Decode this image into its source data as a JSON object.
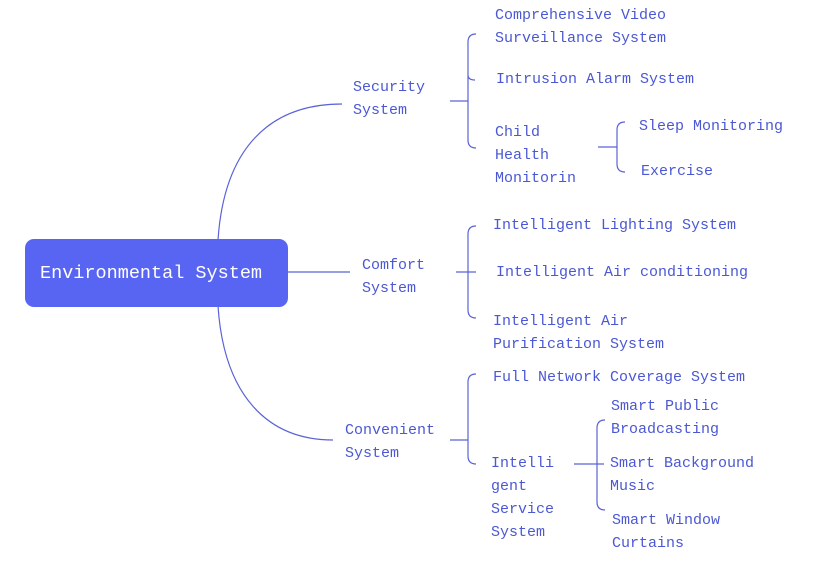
{
  "colors": {
    "root_fill": "#5865f2",
    "root_text": "#ffffff",
    "topic_text": "#4b58d3",
    "connector": "#5a63d6"
  },
  "mindmap": {
    "root": {
      "label": "Environmental System"
    },
    "branches": [
      {
        "lines": [
          "Security",
          "System"
        ],
        "children": [
          {
            "lines": [
              "Comprehensive Video",
              "Surveillance System"
            ]
          },
          {
            "lines": [
              "Intrusion Alarm System"
            ]
          },
          {
            "lines": [
              "Child",
              "Health",
              "Monitorin"
            ],
            "children": [
              {
                "lines": [
                  "Sleep Monitoring"
                ]
              },
              {
                "lines": [
                  "Exercise"
                ]
              }
            ]
          }
        ]
      },
      {
        "lines": [
          "Comfort",
          "System"
        ],
        "children": [
          {
            "lines": [
              "Intelligent Lighting System"
            ]
          },
          {
            "lines": [
              "Intelligent Air conditioning"
            ]
          },
          {
            "lines": [
              "Intelligent Air",
              "Purification System"
            ]
          }
        ]
      },
      {
        "lines": [
          "Convenient",
          "System"
        ],
        "children": [
          {
            "lines": [
              "Full Network Coverage System"
            ]
          },
          {
            "lines": [
              "Intelli",
              "gent",
              "Service",
              "System"
            ],
            "children": [
              {
                "lines": [
                  "Smart Public",
                  "Broadcasting"
                ]
              },
              {
                "lines": [
                  "Smart Background",
                  "Music"
                ]
              },
              {
                "lines": [
                  "Smart Window",
                  "Curtains"
                ]
              }
            ]
          }
        ]
      }
    ]
  }
}
